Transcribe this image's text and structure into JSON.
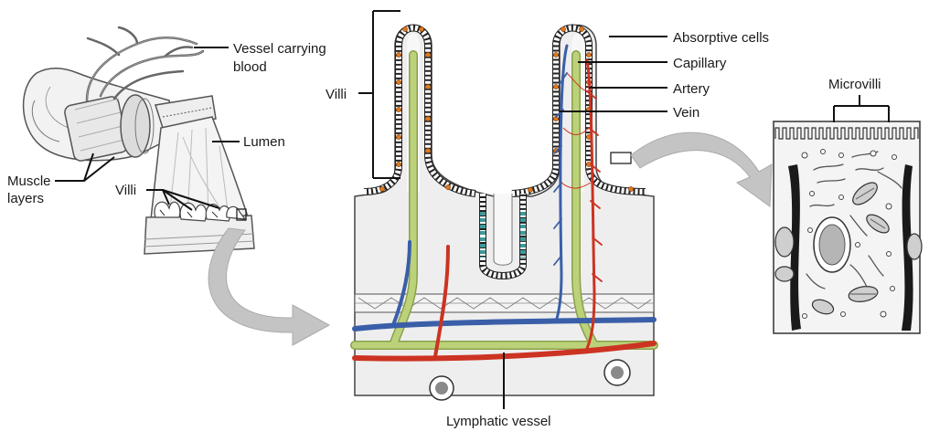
{
  "labels": {
    "vessel_carrying_blood_1": "Vessel carrying",
    "vessel_carrying_blood_2": "blood",
    "lumen": "Lumen",
    "muscle_layers_1": "Muscle",
    "muscle_layers_2": "layers",
    "villi_left": "Villi",
    "villi_center": "Villi",
    "absorptive_cells": "Absorptive cells",
    "capillary": "Capillary",
    "artery": "Artery",
    "vein": "Vein",
    "microvilli": "Microvilli",
    "lymphatic_vessel": "Lymphatic vessel"
  },
  "colors": {
    "artery": "#cc3322",
    "vein": "#3a5fa8",
    "lymphatic": "#bcd27a",
    "lymphatic_edge": "#8aa04a",
    "nucleus_orange": "#e0781e",
    "crypt_teal": "#3f9a9a",
    "tissue_bg": "#eeeeee",
    "arrow_gray": "#c4c4c4"
  }
}
